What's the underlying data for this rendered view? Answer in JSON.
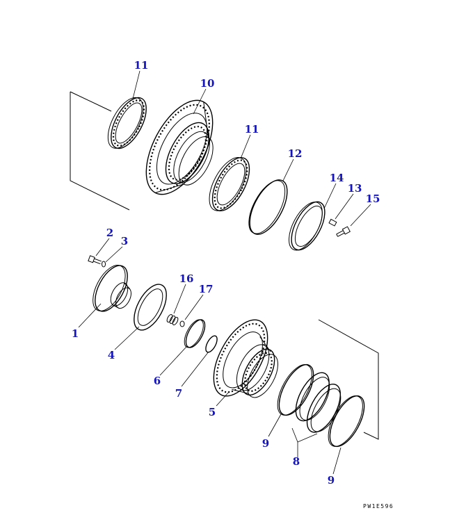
{
  "diagram": {
    "callouts": [
      {
        "id": "c11a",
        "text": "11"
      },
      {
        "id": "c10",
        "text": "10"
      },
      {
        "id": "c11b",
        "text": "11"
      },
      {
        "id": "c12",
        "text": "12"
      },
      {
        "id": "c14",
        "text": "14"
      },
      {
        "id": "c13",
        "text": "13"
      },
      {
        "id": "c15",
        "text": "15"
      },
      {
        "id": "c2",
        "text": "2"
      },
      {
        "id": "c3",
        "text": "3"
      },
      {
        "id": "c16",
        "text": "16"
      },
      {
        "id": "c17",
        "text": "17"
      },
      {
        "id": "c1",
        "text": "1"
      },
      {
        "id": "c4",
        "text": "4"
      },
      {
        "id": "c6",
        "text": "6"
      },
      {
        "id": "c7",
        "text": "7"
      },
      {
        "id": "c5",
        "text": "5"
      },
      {
        "id": "c9a",
        "text": "9"
      },
      {
        "id": "c8",
        "text": "8"
      },
      {
        "id": "c9b",
        "text": "9"
      }
    ],
    "drawing_code": "PW1E596"
  }
}
